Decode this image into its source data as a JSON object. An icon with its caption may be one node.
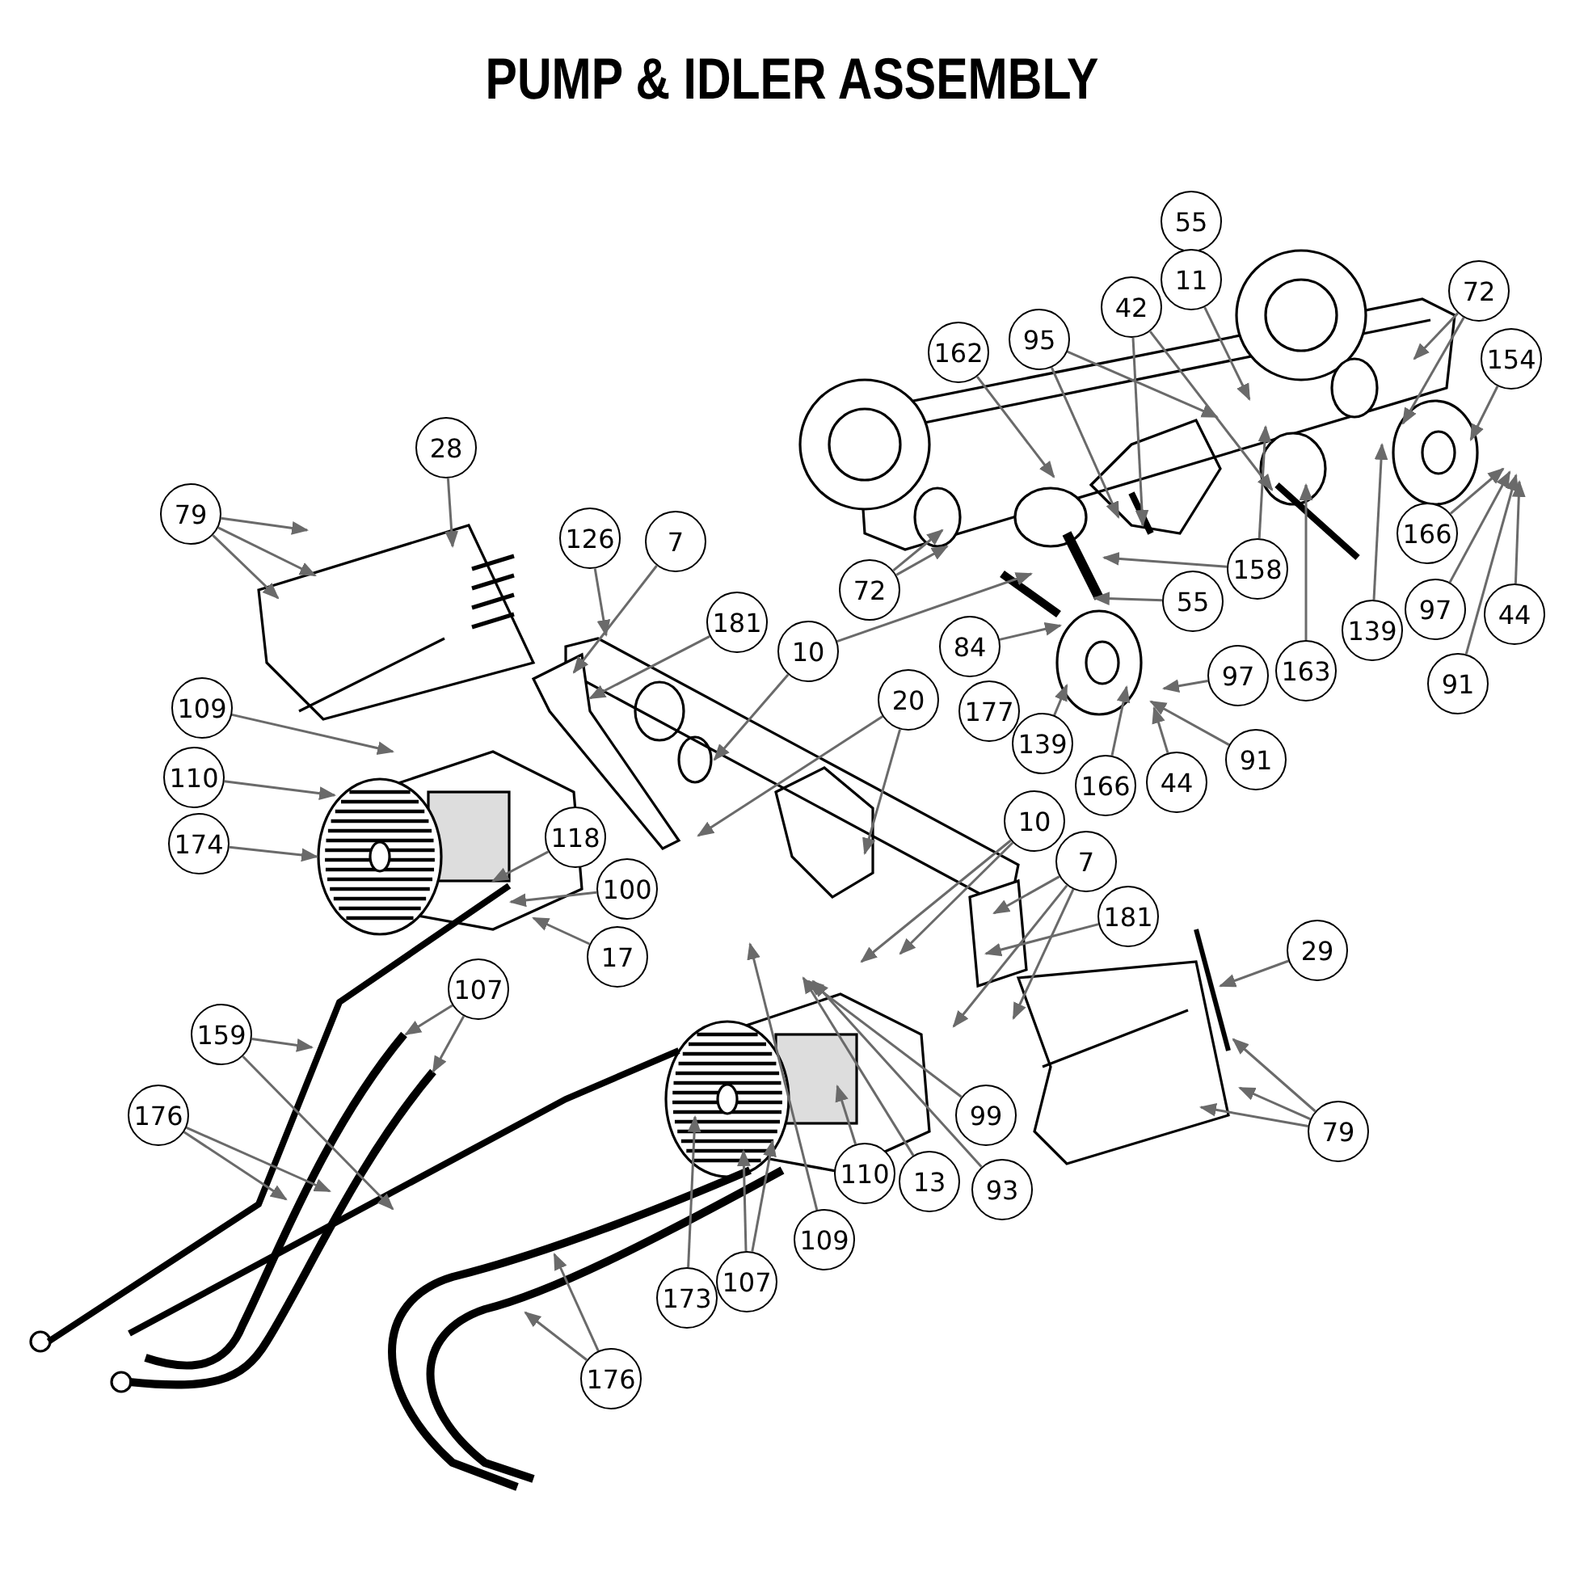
{
  "diagram": {
    "title": "PUMP & IDLER ASSEMBLY",
    "nodes": [
      {
        "text": [
          "55"
        ]
      },
      {
        "text": [
          "11"
        ]
      },
      {
        "text": [
          "72"
        ]
      },
      {
        "text": [
          "42"
        ]
      },
      {
        "text": [
          "95"
        ]
      },
      {
        "text": [
          "162"
        ]
      },
      {
        "text": [
          "154"
        ]
      },
      {
        "text": [
          "28"
        ]
      },
      {
        "text": [
          "79"
        ]
      },
      {
        "text": [
          "126"
        ]
      },
      {
        "text": [
          "7"
        ]
      },
      {
        "text": [
          "166"
        ]
      },
      {
        "text": [
          "158"
        ]
      },
      {
        "text": [
          "72"
        ]
      },
      {
        "text": [
          "97"
        ]
      },
      {
        "text": [
          "44"
        ]
      },
      {
        "text": [
          "55"
        ]
      },
      {
        "text": [
          "181"
        ]
      },
      {
        "text": [
          "139"
        ]
      },
      {
        "text": [
          "84"
        ]
      },
      {
        "text": [
          "10"
        ]
      },
      {
        "text": [
          "163"
        ]
      },
      {
        "text": [
          "97"
        ]
      },
      {
        "text": [
          "91"
        ]
      },
      {
        "text": [
          "20"
        ]
      },
      {
        "text": [
          "177"
        ]
      },
      {
        "text": [
          "109"
        ]
      },
      {
        "text": [
          "139"
        ]
      },
      {
        "text": [
          "166"
        ]
      },
      {
        "text": [
          "91"
        ]
      },
      {
        "text": [
          "44"
        ]
      },
      {
        "text": [
          "110"
        ]
      },
      {
        "text": [
          "10"
        ]
      },
      {
        "text": [
          "174"
        ]
      },
      {
        "text": [
          "118"
        ]
      },
      {
        "text": [
          "7"
        ]
      },
      {
        "text": [
          "100"
        ]
      },
      {
        "text": [
          "181"
        ]
      },
      {
        "text": [
          "29"
        ]
      },
      {
        "text": [
          "17"
        ]
      },
      {
        "text": [
          "107"
        ]
      },
      {
        "text": [
          "159"
        ]
      },
      {
        "text": [
          "99"
        ]
      },
      {
        "text": [
          "176"
        ]
      },
      {
        "text": [
          "79"
        ]
      },
      {
        "text": [
          "110"
        ]
      },
      {
        "text": [
          "13"
        ]
      },
      {
        "text": [
          "93"
        ]
      },
      {
        "text": [
          "109"
        ]
      },
      {
        "text": [
          "107"
        ]
      },
      {
        "text": [
          "173"
        ]
      },
      {
        "text": [
          "176"
        ]
      }
    ],
    "edges": [
      {
        "from": 1,
        "to": null,
        "arrow": "to"
      },
      {
        "from": 2,
        "to": null,
        "arrow": "to"
      },
      {
        "from": 2,
        "to": null,
        "arrow": "to"
      },
      {
        "from": 3,
        "to": null,
        "arrow": "to"
      },
      {
        "from": 3,
        "to": null,
        "arrow": "to"
      },
      {
        "from": 4,
        "to": null,
        "arrow": "to"
      },
      {
        "from": 4,
        "to": null,
        "arrow": "to"
      },
      {
        "from": 5,
        "to": null,
        "arrow": "to"
      },
      {
        "from": 6,
        "to": null,
        "arrow": "to"
      },
      {
        "from": 7,
        "to": null,
        "arrow": "to"
      },
      {
        "from": 8,
        "to": null,
        "arrow": "to"
      },
      {
        "from": 8,
        "to": null,
        "arrow": "to"
      },
      {
        "from": 8,
        "to": null,
        "arrow": "to"
      },
      {
        "from": 9,
        "to": null,
        "arrow": "to"
      },
      {
        "from": 10,
        "to": null,
        "arrow": "to"
      },
      {
        "from": 11,
        "to": null,
        "arrow": "to"
      },
      {
        "from": 12,
        "to": null,
        "arrow": "to"
      },
      {
        "from": 12,
        "to": null,
        "arrow": "to"
      },
      {
        "from": 13,
        "to": null,
        "arrow": "to"
      },
      {
        "from": 13,
        "to": null,
        "arrow": "to"
      },
      {
        "from": 14,
        "to": null,
        "arrow": "to"
      },
      {
        "from": 15,
        "to": null,
        "arrow": "to"
      },
      {
        "from": 16,
        "to": null,
        "arrow": "to"
      },
      {
        "from": 17,
        "to": null,
        "arrow": "to"
      },
      {
        "from": 18,
        "to": null,
        "arrow": "to"
      },
      {
        "from": 19,
        "to": null,
        "arrow": "to"
      },
      {
        "from": 20,
        "to": null,
        "arrow": "to"
      },
      {
        "from": 20,
        "to": null,
        "arrow": "to"
      },
      {
        "from": 21,
        "to": null,
        "arrow": "to"
      },
      {
        "from": 22,
        "to": null,
        "arrow": "to"
      },
      {
        "from": 23,
        "to": null,
        "arrow": "to"
      },
      {
        "from": 24,
        "to": null,
        "arrow": "to"
      },
      {
        "from": 24,
        "to": null,
        "arrow": "to"
      },
      {
        "from": 26,
        "to": null,
        "arrow": "to"
      },
      {
        "from": 27,
        "to": null,
        "arrow": "to"
      },
      {
        "from": 28,
        "to": null,
        "arrow": "to"
      },
      {
        "from": 29,
        "to": null,
        "arrow": "to"
      },
      {
        "from": 30,
        "to": null,
        "arrow": "to"
      },
      {
        "from": 31,
        "to": null,
        "arrow": "to"
      },
      {
        "from": 32,
        "to": null,
        "arrow": "to"
      },
      {
        "from": 32,
        "to": null,
        "arrow": "to"
      },
      {
        "from": 33,
        "to": null,
        "arrow": "to"
      },
      {
        "from": 34,
        "to": null,
        "arrow": "to"
      },
      {
        "from": 35,
        "to": null,
        "arrow": "to"
      },
      {
        "from": 35,
        "to": null,
        "arrow": "to"
      },
      {
        "from": 35,
        "to": null,
        "arrow": "to"
      },
      {
        "from": 36,
        "to": null,
        "arrow": "to"
      },
      {
        "from": 37,
        "to": null,
        "arrow": "to"
      },
      {
        "from": 38,
        "to": null,
        "arrow": "to"
      },
      {
        "from": 39,
        "to": null,
        "arrow": "to"
      },
      {
        "from": 40,
        "to": null,
        "arrow": "to"
      },
      {
        "from": 40,
        "to": null,
        "arrow": "to"
      },
      {
        "from": 41,
        "to": null,
        "arrow": "to"
      },
      {
        "from": 41,
        "to": null,
        "arrow": "to"
      },
      {
        "from": 42,
        "to": null,
        "arrow": "to"
      },
      {
        "from": 43,
        "to": null,
        "arrow": "to"
      },
      {
        "from": 43,
        "to": null,
        "arrow": "to"
      },
      {
        "from": 44,
        "to": null,
        "arrow": "to"
      },
      {
        "from": 44,
        "to": null,
        "arrow": "to"
      },
      {
        "from": 44,
        "to": null,
        "arrow": "to"
      },
      {
        "from": 45,
        "to": null,
        "arrow": "to"
      },
      {
        "from": 46,
        "to": null,
        "arrow": "to"
      },
      {
        "from": 47,
        "to": null,
        "arrow": "to"
      },
      {
        "from": 48,
        "to": null,
        "arrow": "to"
      },
      {
        "from": 49,
        "to": null,
        "arrow": "to"
      },
      {
        "from": 49,
        "to": null,
        "arrow": "to"
      },
      {
        "from": 50,
        "to": null,
        "arrow": "to"
      },
      {
        "from": 51,
        "to": null,
        "arrow": "to"
      },
      {
        "from": 51,
        "to": null,
        "arrow": "to"
      }
    ]
  }
}
